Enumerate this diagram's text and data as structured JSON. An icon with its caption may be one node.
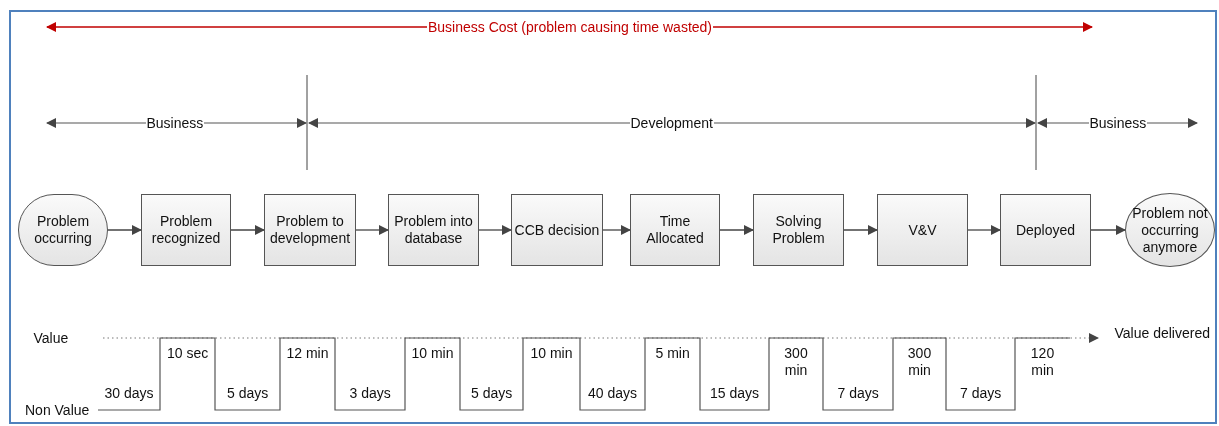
{
  "diagram": {
    "nodes": [
      {
        "text": [
          "Problem occurring"
        ]
      },
      {
        "text": [
          "Problem recognized"
        ]
      },
      {
        "text": [
          "Problem to development"
        ]
      },
      {
        "text": [
          "Problem into database"
        ]
      },
      {
        "text": [
          "CCB decision"
        ]
      },
      {
        "text": [
          "Time Allocated"
        ]
      },
      {
        "text": [
          "Solving Problem"
        ]
      },
      {
        "text": [
          "V&V"
        ]
      },
      {
        "text": [
          "Deployed"
        ]
      },
      {
        "text": [
          "Problem not occurring anymore"
        ]
      }
    ],
    "edges": [
      {
        "from": 0,
        "to": 1,
        "arrow": "to"
      },
      {
        "from": 1,
        "to": 2,
        "arrow": "to"
      },
      {
        "from": 2,
        "to": 3,
        "arrow": "to"
      },
      {
        "from": 3,
        "to": 4,
        "arrow": "to"
      },
      {
        "from": 4,
        "to": 5,
        "arrow": "to"
      },
      {
        "from": 5,
        "to": 6,
        "arrow": "to"
      },
      {
        "from": 6,
        "to": 7,
        "arrow": "to"
      },
      {
        "from": 7,
        "to": 8,
        "arrow": "to"
      },
      {
        "from": 8,
        "to": 9,
        "arrow": "to"
      }
    ],
    "labels": [
      "Business Cost (problem causing time wasted)",
      "Business",
      "Development",
      "Business",
      "Value",
      "Value delivered",
      "Non Value",
      "30 days",
      "10 sec",
      "5 days",
      "12 min",
      "3 days",
      "10 min",
      "5 days",
      "10 min",
      "40 days",
      "5 min",
      "15 days",
      "300 min",
      "7 days",
      "300 min",
      "7 days",
      "120 min"
    ]
  }
}
